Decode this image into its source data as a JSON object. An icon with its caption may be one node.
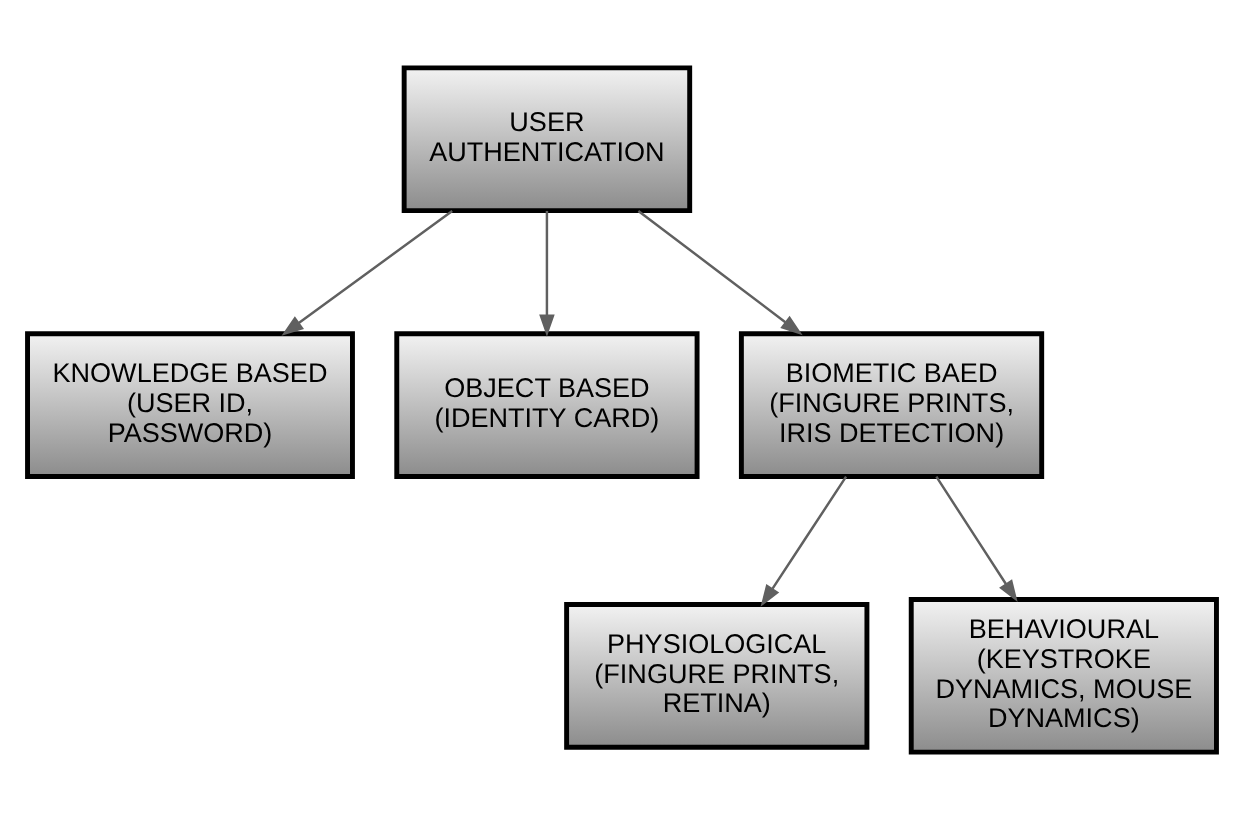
{
  "diagram": {
    "nodes": [
      {
        "text": [
          "USER AUTHENTICATION"
        ]
      },
      {
        "text": [
          "KNOWLEDGE BASED (USER ID, PASSWORD)"
        ]
      },
      {
        "text": [
          "OBJECT BASED (IDENTITY CARD)"
        ]
      },
      {
        "text": [
          "BIOMETIC BAED (FINGURE PRINTS, IRIS DETECTION)"
        ]
      },
      {
        "text": [
          "PHYSIOLOGICAL (FINGURE PRINTS, RETINA)"
        ]
      },
      {
        "text": [
          "BEHAVIOURAL (KEYSTROKE DYNAMICS, MOUSE DYNAMICS)"
        ]
      }
    ],
    "edges": [
      {
        "from": 0,
        "to": 1,
        "arrow": "to"
      },
      {
        "from": 0,
        "to": 2,
        "arrow": "to"
      },
      {
        "from": 0,
        "to": 3,
        "arrow": "to"
      },
      {
        "from": 3,
        "to": 4,
        "arrow": "to"
      },
      {
        "from": 3,
        "to": 5,
        "arrow": "to"
      }
    ]
  }
}
